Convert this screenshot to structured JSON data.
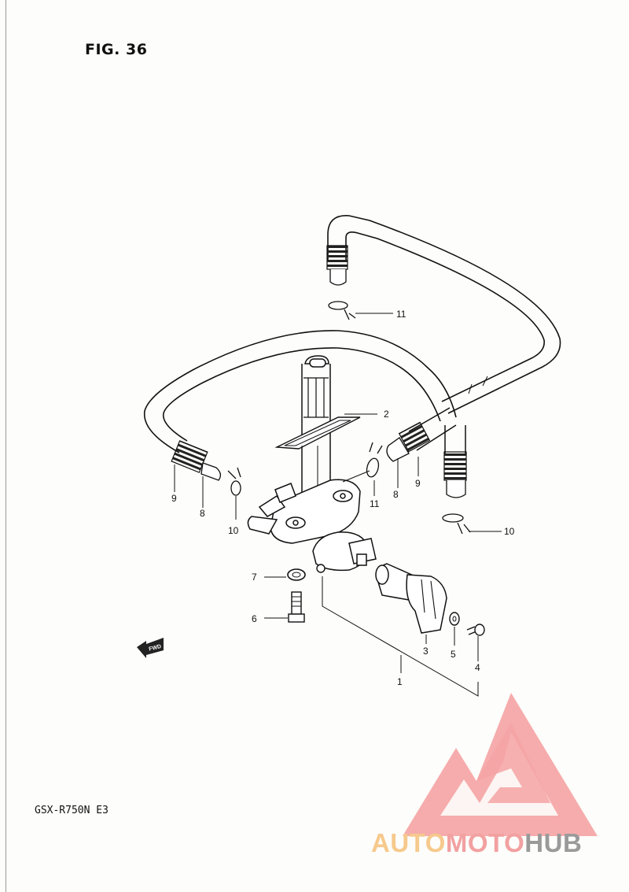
{
  "figure": {
    "title": "FIG. 36"
  },
  "model": {
    "code": "GSX-R750N  E3"
  },
  "fwd_label": "FWD",
  "callouts": {
    "c1": "1",
    "c2": "2",
    "c3": "3",
    "c4": "4",
    "c5": "5",
    "c6": "6",
    "c7": "7",
    "c8_left": "8",
    "c8_right": "8",
    "c9_left": "9",
    "c9_right": "9",
    "c10_left": "10",
    "c10_right": "10",
    "c11_top": "11",
    "c11_mid": "11"
  },
  "watermark": {
    "word_part_1": "AUTO",
    "word_part_2": "MOTO",
    "word_part_3": "HUB",
    "colors": {
      "triangle": "#f5a3a3",
      "auto": "#f6c98c",
      "moto": "#f2a0a0",
      "hub": "#9a9a9a"
    }
  }
}
